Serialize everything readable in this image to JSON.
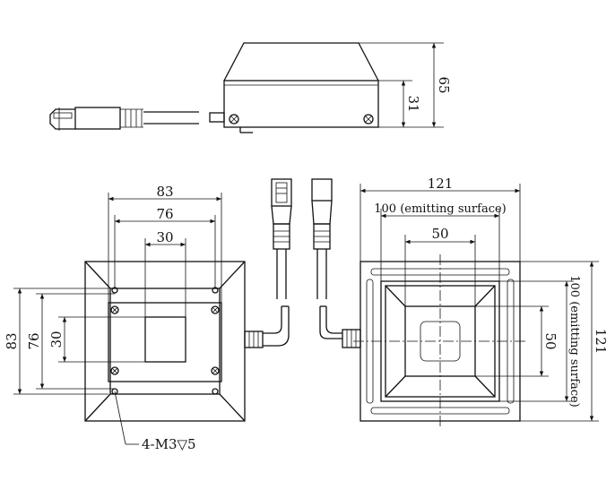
{
  "colors": {
    "ink": "#111111",
    "background": "#ffffff"
  },
  "side_view": {
    "height_total": "65",
    "height_lower": "31"
  },
  "front_view": {
    "width_outer": "83",
    "width_inner": "76",
    "window_width": "30",
    "height_outer": "83",
    "height_inner": "76",
    "window_height": "30",
    "hole_callout": "4-M3▽5"
  },
  "top_view": {
    "width_total": "121",
    "emitting_width": "100 (emitting surface)",
    "window_width": "50",
    "height_total": "121",
    "emitting_height": "100 (emitting surface)",
    "window_height": "50"
  }
}
